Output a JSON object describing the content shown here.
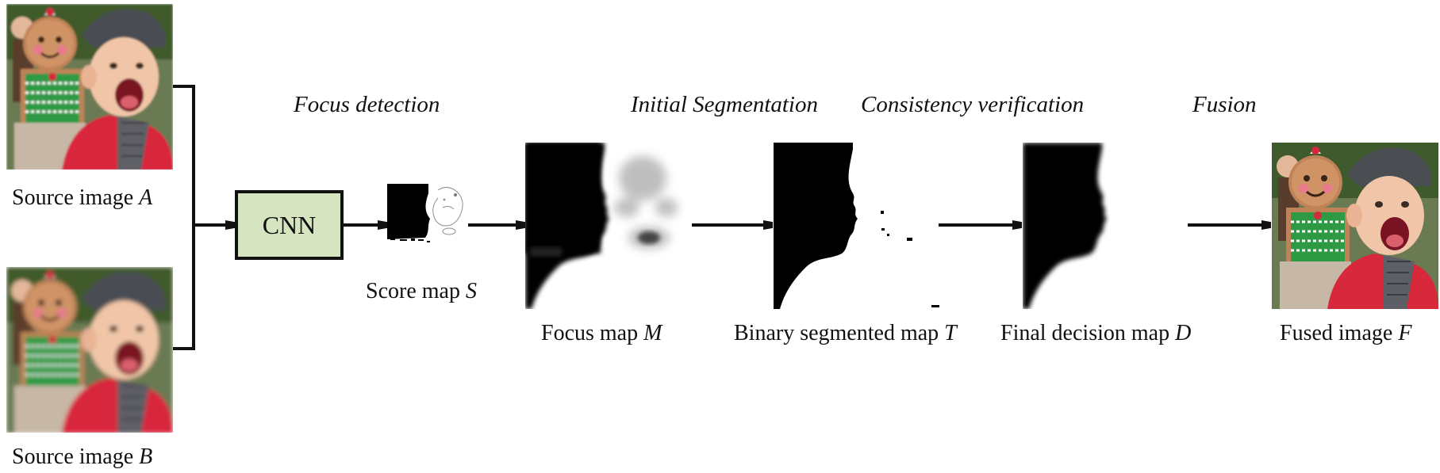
{
  "stages": {
    "focus_detection": "Focus detection",
    "initial_segmentation": "Initial Segmentation",
    "consistency_verification": "Consistency verification",
    "fusion": "Fusion"
  },
  "cnn": {
    "label": "CNN"
  },
  "captions": {
    "source_a": {
      "text": "Source image ",
      "var": "A"
    },
    "source_b": {
      "text": "Source image ",
      "var": "B"
    },
    "score_map": {
      "text": "Score map ",
      "var": "S"
    },
    "focus_map": {
      "text": "Focus map ",
      "var": "M"
    },
    "binary_map": {
      "text": "Binary segmented map ",
      "var": "T"
    },
    "decision_map": {
      "text": "Final decision map ",
      "var": "D"
    },
    "fused": {
      "text": "Fused image ",
      "var": "F"
    }
  },
  "colors": {
    "cnn_fill": "#d7e4c0",
    "sweater_red": "#d8283c",
    "vest_green": "#2f9a44",
    "skin": "#f1c6a8"
  }
}
